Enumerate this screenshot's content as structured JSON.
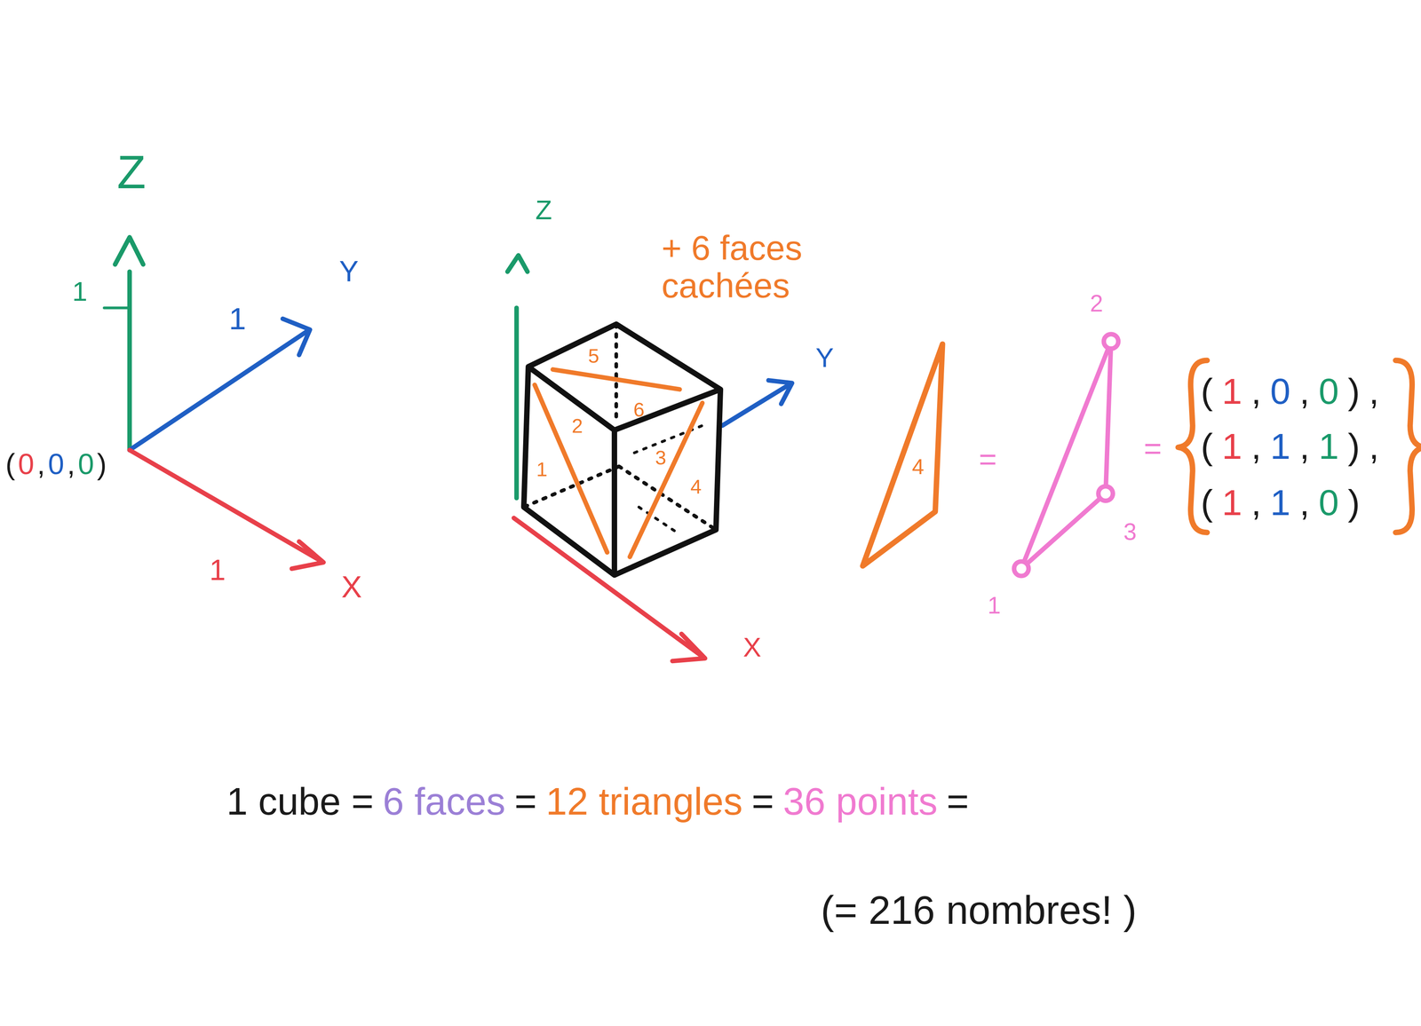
{
  "diagram": {
    "labels": [
      "Z",
      "1",
      "Y",
      "1",
      "(0,0,0)",
      "1",
      "X",
      "Z",
      "Y",
      "X",
      "1",
      "2",
      "3",
      "4",
      "5",
      "6",
      "+ 6 faces cachées",
      "4",
      "=",
      "2",
      "3",
      "1",
      "=",
      "(1,0,0),",
      "(1,1,1),",
      "(1,1,0)",
      "1 cube =",
      "6 faces",
      "=",
      "12 triangles",
      "=",
      "36 points",
      "=",
      "(= 216 nombres! )"
    ]
  }
}
